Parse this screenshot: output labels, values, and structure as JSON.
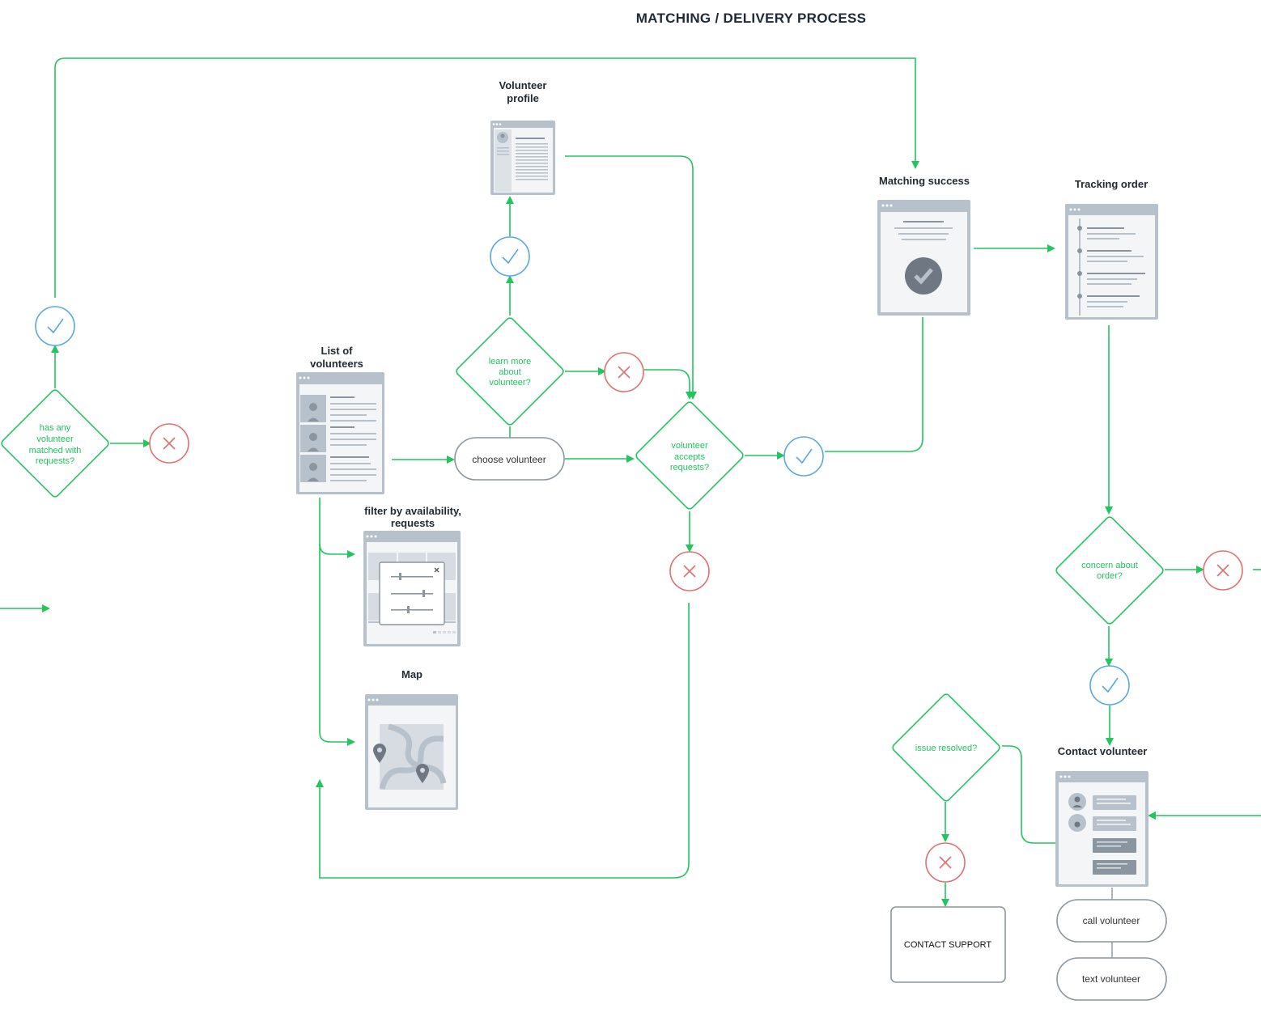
{
  "title": "MATCHING  / DELIVERY PROCESS",
  "screens": {
    "volunteer_profile": [
      "Volunteer",
      "profile"
    ],
    "list_of_volunteers": [
      "List of",
      "volunteers"
    ],
    "filter": [
      "filter by availability,",
      "requests"
    ],
    "map": "Map",
    "matching_success": "Matching success",
    "tracking_order": "Tracking order",
    "contact_volunteer": "Contact volunteer"
  },
  "decisions": {
    "has_any_volunteer": [
      "has any",
      "volunteer",
      "matched with",
      "requests?"
    ],
    "learn_more": [
      "learn more",
      "about",
      "volunteer?"
    ],
    "volunteer_accepts": [
      "volunteer",
      "accepts",
      "requests?"
    ],
    "concern_about_order": [
      "concern about",
      "order?"
    ],
    "issue_resolved": "issue resolved?"
  },
  "pills": {
    "choose_volunteer": "choose volunteer",
    "call_volunteer": "call volunteer",
    "text_volunteer": "text volunteer"
  },
  "boxes": {
    "contact_support": "CONTACT SUPPORT"
  },
  "icons": {
    "yes": "check-circle-icon",
    "no": "x-circle-icon"
  },
  "colors": {
    "flow": "#22c55e",
    "yes": "#5aa7e0",
    "no": "#e07070",
    "wireframe": "#b7c1cb"
  }
}
